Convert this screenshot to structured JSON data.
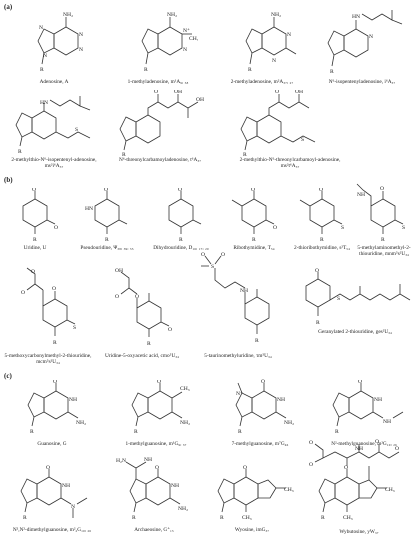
{
  "sections": [
    "(a)",
    "(b)",
    "(c)"
  ],
  "a": [
    {
      "label": "Adenosine, A"
    },
    {
      "label": "1-methyladenosine, m¹A₉, ₅₈"
    },
    {
      "label": "2-methyladenosine, m²A₃₇, ₂₇"
    },
    {
      "label": "N⁶-isopentenyladenosine, i⁶A₃₇"
    },
    {
      "label": "2-methylthio-N⁶-isopentenyl-adenosine, ms²i⁶A₃₇"
    },
    {
      "label": "N⁶-threonylcarbamoyladenosine, t⁶A₃₇"
    },
    {
      "label": "2-methylthio-N⁶-threonylcarbamoyl-adenosine, ms²t⁶A₃₇"
    }
  ],
  "b": [
    {
      "label": "Uridine, U"
    },
    {
      "label": "Pseudouridine, Ψ₃₈, ₃₉, ₅₅"
    },
    {
      "label": "Dihydrouridine, D₁₆, ₁₇, ₂₀"
    },
    {
      "label": "Ribothymidine, T₅₄"
    },
    {
      "label": "2-thioribothymidine, s²T₅₄"
    },
    {
      "label": "5-methylaminomethyl-2-thiouridine, mnm⁵s²U₃₄"
    },
    {
      "label": "5-methoxycarbonylmethyl-2-thiouridine, mcm⁵s²U₃₄"
    },
    {
      "label": "Uridine-5-oxyacetic acid, cmo⁵U₃₄"
    },
    {
      "label": "5-taurinomethyluridine, τm⁵U₃₄"
    },
    {
      "label": "Geranylated 2-thiouridine, ges²U₃₄"
    }
  ],
  "c": [
    {
      "label": "Guanosine, G"
    },
    {
      "label": "1-methylguanosine, m¹G₉, ₃₇"
    },
    {
      "label": "7-methylguanosine, m⁷G₄₆"
    },
    {
      "label": "N²-methylguanosine, m²G₁₀, ₂₆"
    },
    {
      "label": "N²,N²-dimethylguanosine, m²₂G₁₀, ₂₆"
    },
    {
      "label": "Archaeosine, G⁺₁₅"
    },
    {
      "label": "Wyosine, imG₃₇"
    },
    {
      "label": "Wybutosine, yW₃₇"
    }
  ],
  "atoms": {
    "N": "N",
    "NH": "NH",
    "NH2": "NH₂",
    "O": "O",
    "S": "S",
    "R": "R",
    "H": "H",
    "OH": "OH",
    "CH3": "CH₃",
    "HN": "HN",
    "H2N": "H₂N",
    "Nplus": "N⁺"
  }
}
